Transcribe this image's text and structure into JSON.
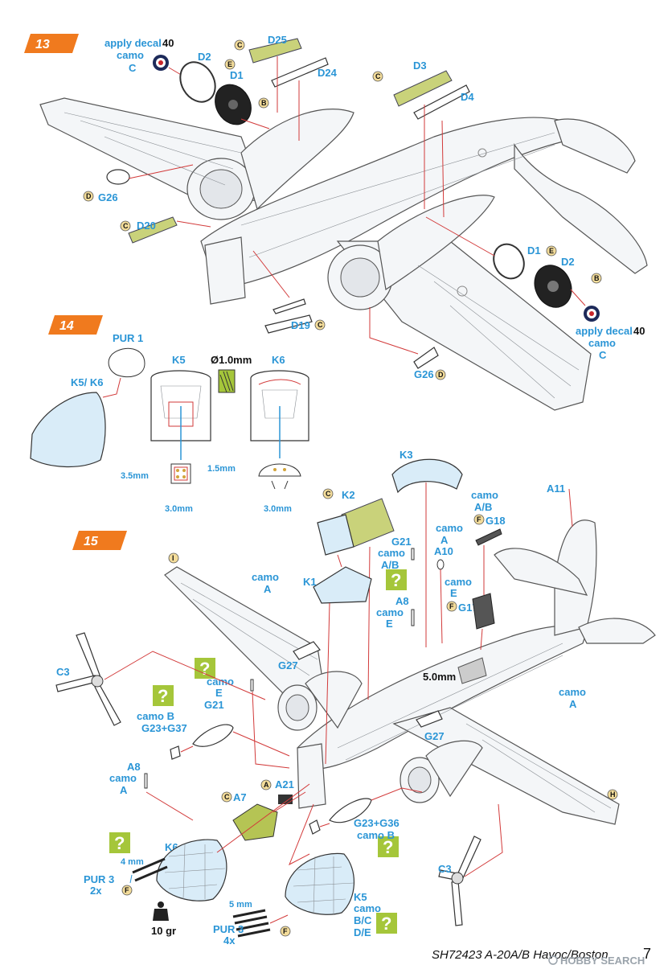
{
  "steps": [
    "13",
    "14",
    "15"
  ],
  "step13": {
    "decal_top": {
      "apply": "apply decal",
      "num": "40",
      "camo": "camo",
      "camo_code": "C"
    },
    "decal_right": {
      "apply": "apply decal",
      "num": "40",
      "camo": "camo",
      "camo_code": "C"
    },
    "parts": [
      "D2",
      "D1",
      "D25",
      "D24",
      "D3",
      "D4",
      "G26",
      "D20",
      "D19",
      "D1",
      "D2",
      "G26"
    ],
    "letters": [
      "E",
      "B",
      "C",
      "C",
      "D",
      "C",
      "C",
      "E",
      "B",
      "D"
    ]
  },
  "step14": {
    "parts": [
      "PUR 1",
      "K5/ K6",
      "K5",
      "K6"
    ],
    "drill": "Ø1.0mm",
    "dims": [
      "3.5mm",
      "1.5mm",
      "3.0mm",
      "3.0mm"
    ]
  },
  "step15": {
    "parts": [
      "K3",
      "K2",
      "K1",
      "A11",
      "G18",
      "G21",
      "A10",
      "G17",
      "G27",
      "C3",
      "G21",
      "G23+G37",
      "A8",
      "A21",
      "A7",
      "K6",
      "G23+G36",
      "G27",
      "C3",
      "PUR 3",
      "2x",
      "PUR 3",
      "4x",
      "K5"
    ],
    "camo": [
      {
        "t1": "camo",
        "t2": "A/B"
      },
      {
        "t1": "camo",
        "t2": "A"
      },
      {
        "t1": "camo",
        "t2": "A/B"
      },
      {
        "t1": "camo",
        "t2": "A"
      },
      {
        "t1": "camo",
        "t2": "E"
      },
      {
        "t1": "camo",
        "t2": "E"
      },
      {
        "t1": "camo",
        "t2": "E"
      },
      {
        "t1": "camo",
        "t2": "A"
      },
      {
        "t1": "camo B",
        "t2": ""
      },
      {
        "t1": "camo",
        "t2": "A"
      },
      {
        "t1": "camo B",
        "t2": ""
      },
      {
        "t1": "camo",
        "t2": "B/C"
      }
    ],
    "extra": {
      "de": "D/E",
      "dim5": "5.0mm",
      "dim4": "4 mm",
      "dim5b": "5 mm",
      "weight": "10 gr"
    },
    "letters": [
      "C",
      "F",
      "F",
      "I",
      "A",
      "C",
      "F",
      "F",
      "H"
    ]
  },
  "footer": {
    "code": "SH72423 A-20A/B Havoc/Boston",
    "page": "7",
    "watermark": "HOBBY SEARCH"
  },
  "colors": {
    "accent": "#2a95d6",
    "step": "#f07a1e",
    "question": "#a5c63a",
    "line": "#d23a3a"
  }
}
